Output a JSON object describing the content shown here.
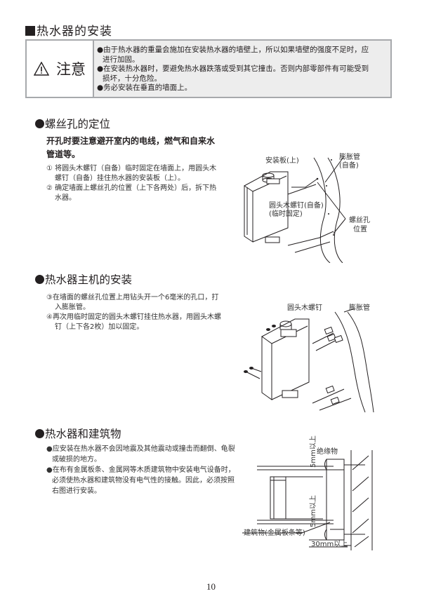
{
  "page": {
    "title": "热水器的安装",
    "page_number": "10"
  },
  "warning": {
    "icon": "warning-triangle-icon",
    "label": "注意",
    "items": [
      "●由于热水器的重量会施加在安装热水器的墙壁上，所以如果墙壁的强度不足时，应进行加固。",
      "●在安装热水器时，要避免热水器跌落或受到其它撞击。否则内部零部件有可能受到损坏，十分危险。",
      "●务必安装在垂直的墙面上。"
    ],
    "colors": {
      "border": "#a7a9ac",
      "background": "#ededed"
    }
  },
  "section1": {
    "heading": "螺丝孔的定位",
    "lead": "开孔时要注意避开室内的电线，燃气和自来水管道等。",
    "steps": [
      "① 将圆头木螺钉（自备）临时固定在墙面上，用圆头木螺钉（自备）挂住热水器的安装板（上）。",
      "② 确定墙面上螺丝孔的位置（上下各两处）后，拆下热水器。"
    ],
    "figure": {
      "labels": {
        "mount_plate": "安装板(上)",
        "anchor": "膨胀管",
        "anchor_note": "(自备)",
        "screw": "圆头木螺钉(自备)",
        "screw_note": "(临时固定)",
        "hole": "螺丝孔",
        "hole_note": "位置"
      }
    }
  },
  "section2": {
    "heading": "热水器主机的安装",
    "steps": [
      "③在墙面的螺丝孔位置上用钻头开一个6毫米的孔口，打入膨胀管。",
      "④再次用临时固定的圆头木螺钉挂住热水器，用圆头木螺钉（上下各2枚）加以固定。"
    ],
    "figure": {
      "labels": {
        "screw": "圆头木螺钉",
        "anchor": "膨胀管"
      }
    }
  },
  "section3": {
    "heading": "热水器和建筑物",
    "bullets": [
      "●应安装在热水器不会因地震及其他震动或撞击而翻倒、龟裂或破损的地方。",
      "●在布有金属板条、金属网等木质建筑物中安装电气设备时，必须使热水器和建筑物没有电气性的接触。因此，必须按照右图进行安装。"
    ],
    "figure": {
      "labels": {
        "insulator": "绝缘物",
        "gap_top": "5mm以上",
        "gap_bottom": "5mm以上",
        "building": "建筑物(金属板条等)",
        "gap_wall": "30mm以上"
      }
    }
  }
}
